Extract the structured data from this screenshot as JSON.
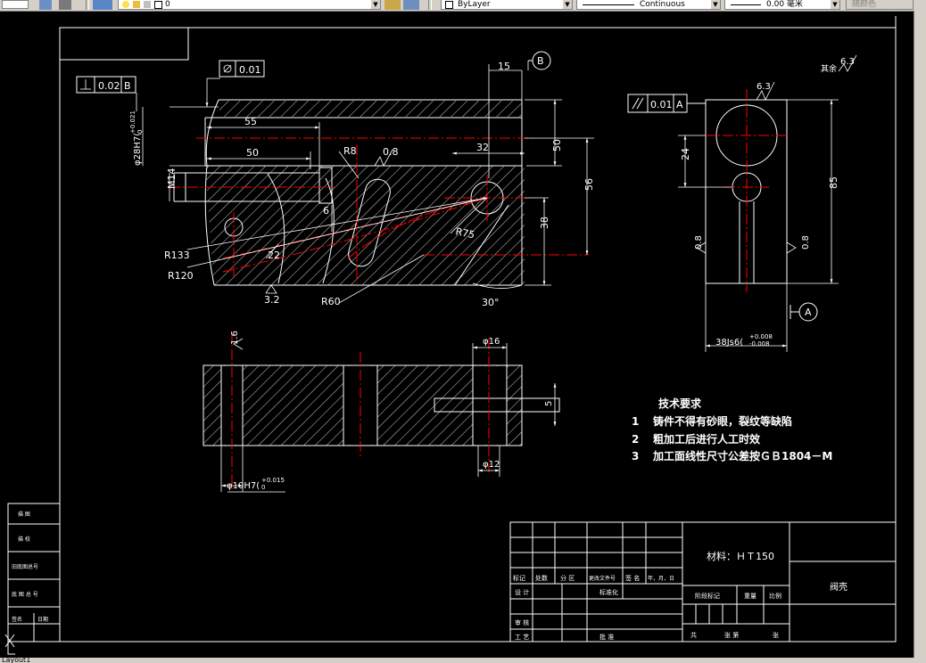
{
  "toolbar": {
    "layer_value": "0",
    "color_value": "ByLayer",
    "linetype_value": "Continuous",
    "lineweight_value": "0.00 毫米",
    "plotstyle_value": "随颜色",
    "icons": [
      "layer-states-icon",
      "layer-manager-icon",
      "bulb-icon",
      "sun-icon",
      "lock-icon",
      "layer-color-icon",
      "make-current-icon",
      "layer-previous-icon"
    ]
  },
  "layout_tab": "Layout1",
  "drawing": {
    "colors": {
      "background": "#000000",
      "line": "#ffffff",
      "center": "#ff0000",
      "frame": "#ffffff"
    },
    "fcf": {
      "perp": "0.02",
      "perp_datum": "B",
      "circ": "0.01",
      "para": "0.01",
      "para_datum": "A"
    },
    "datums": {
      "b": "B",
      "a": "A"
    },
    "dims": {
      "d15": "15",
      "d55": "55",
      "d50": "50",
      "d32": "32",
      "d50v": "50",
      "d56": "56",
      "d38": "38",
      "r8": "R8",
      "r75": "R75",
      "r133": "R133",
      "r120": "R120",
      "r60": "R60",
      "d6": "6",
      "d22": "22",
      "ang30": "30°",
      "m14": "M14",
      "d28": "φ28H7(",
      "d28tol_up": "+0.021",
      "d28tol_lo": "0",
      "d24": "24",
      "d85": "85",
      "d38js": "38Js6(",
      "d38tol_up": "+0.008",
      "d38tol_lo": "-0.008",
      "phi16": "φ16",
      "phi12": "φ12",
      "d5": "5",
      "phi10": "φ10H7(",
      "phi10tol_up": "+0.015",
      "phi10tol_lo": "0"
    },
    "roughness": {
      "r08_top": "0.8",
      "r32": "3.2",
      "r63_side": "6.3",
      "r08_left": "0.8",
      "r08_right": "0.8",
      "r16": "1.6",
      "r63_corner": "6.3",
      "rest_label": "其余"
    },
    "tech_req": {
      "title": "技术要求",
      "items": [
        {
          "num": "1",
          "text": "铸件不得有砂眼，裂纹等缺陷"
        },
        {
          "num": "2",
          "text": "粗加工后进行人工时效"
        },
        {
          "num": "3",
          "text": "加工面线性尺寸公差按ＧＢ1804－M"
        }
      ]
    },
    "title_block": {
      "material": "材料：ＨＴ150",
      "part_name": "阀壳",
      "h_mark": "标记",
      "h_count": "处数",
      "h_zone": "分 区",
      "h_docno": "更改文件号",
      "h_sign": "签 名",
      "h_date": "年，月，日",
      "design": "设 计",
      "standard": "标准化",
      "stage": "阶段标记",
      "weight": "重量",
      "scale": "比例",
      "review": "审 核",
      "process": "工 艺",
      "approve": "批 准",
      "total": "共",
      "sheets": "张 第",
      "sheet": "张"
    },
    "side_block": [
      "描 图",
      "描 校",
      "旧底图总号",
      "底 图 总 号",
      "签名",
      "日期"
    ]
  }
}
